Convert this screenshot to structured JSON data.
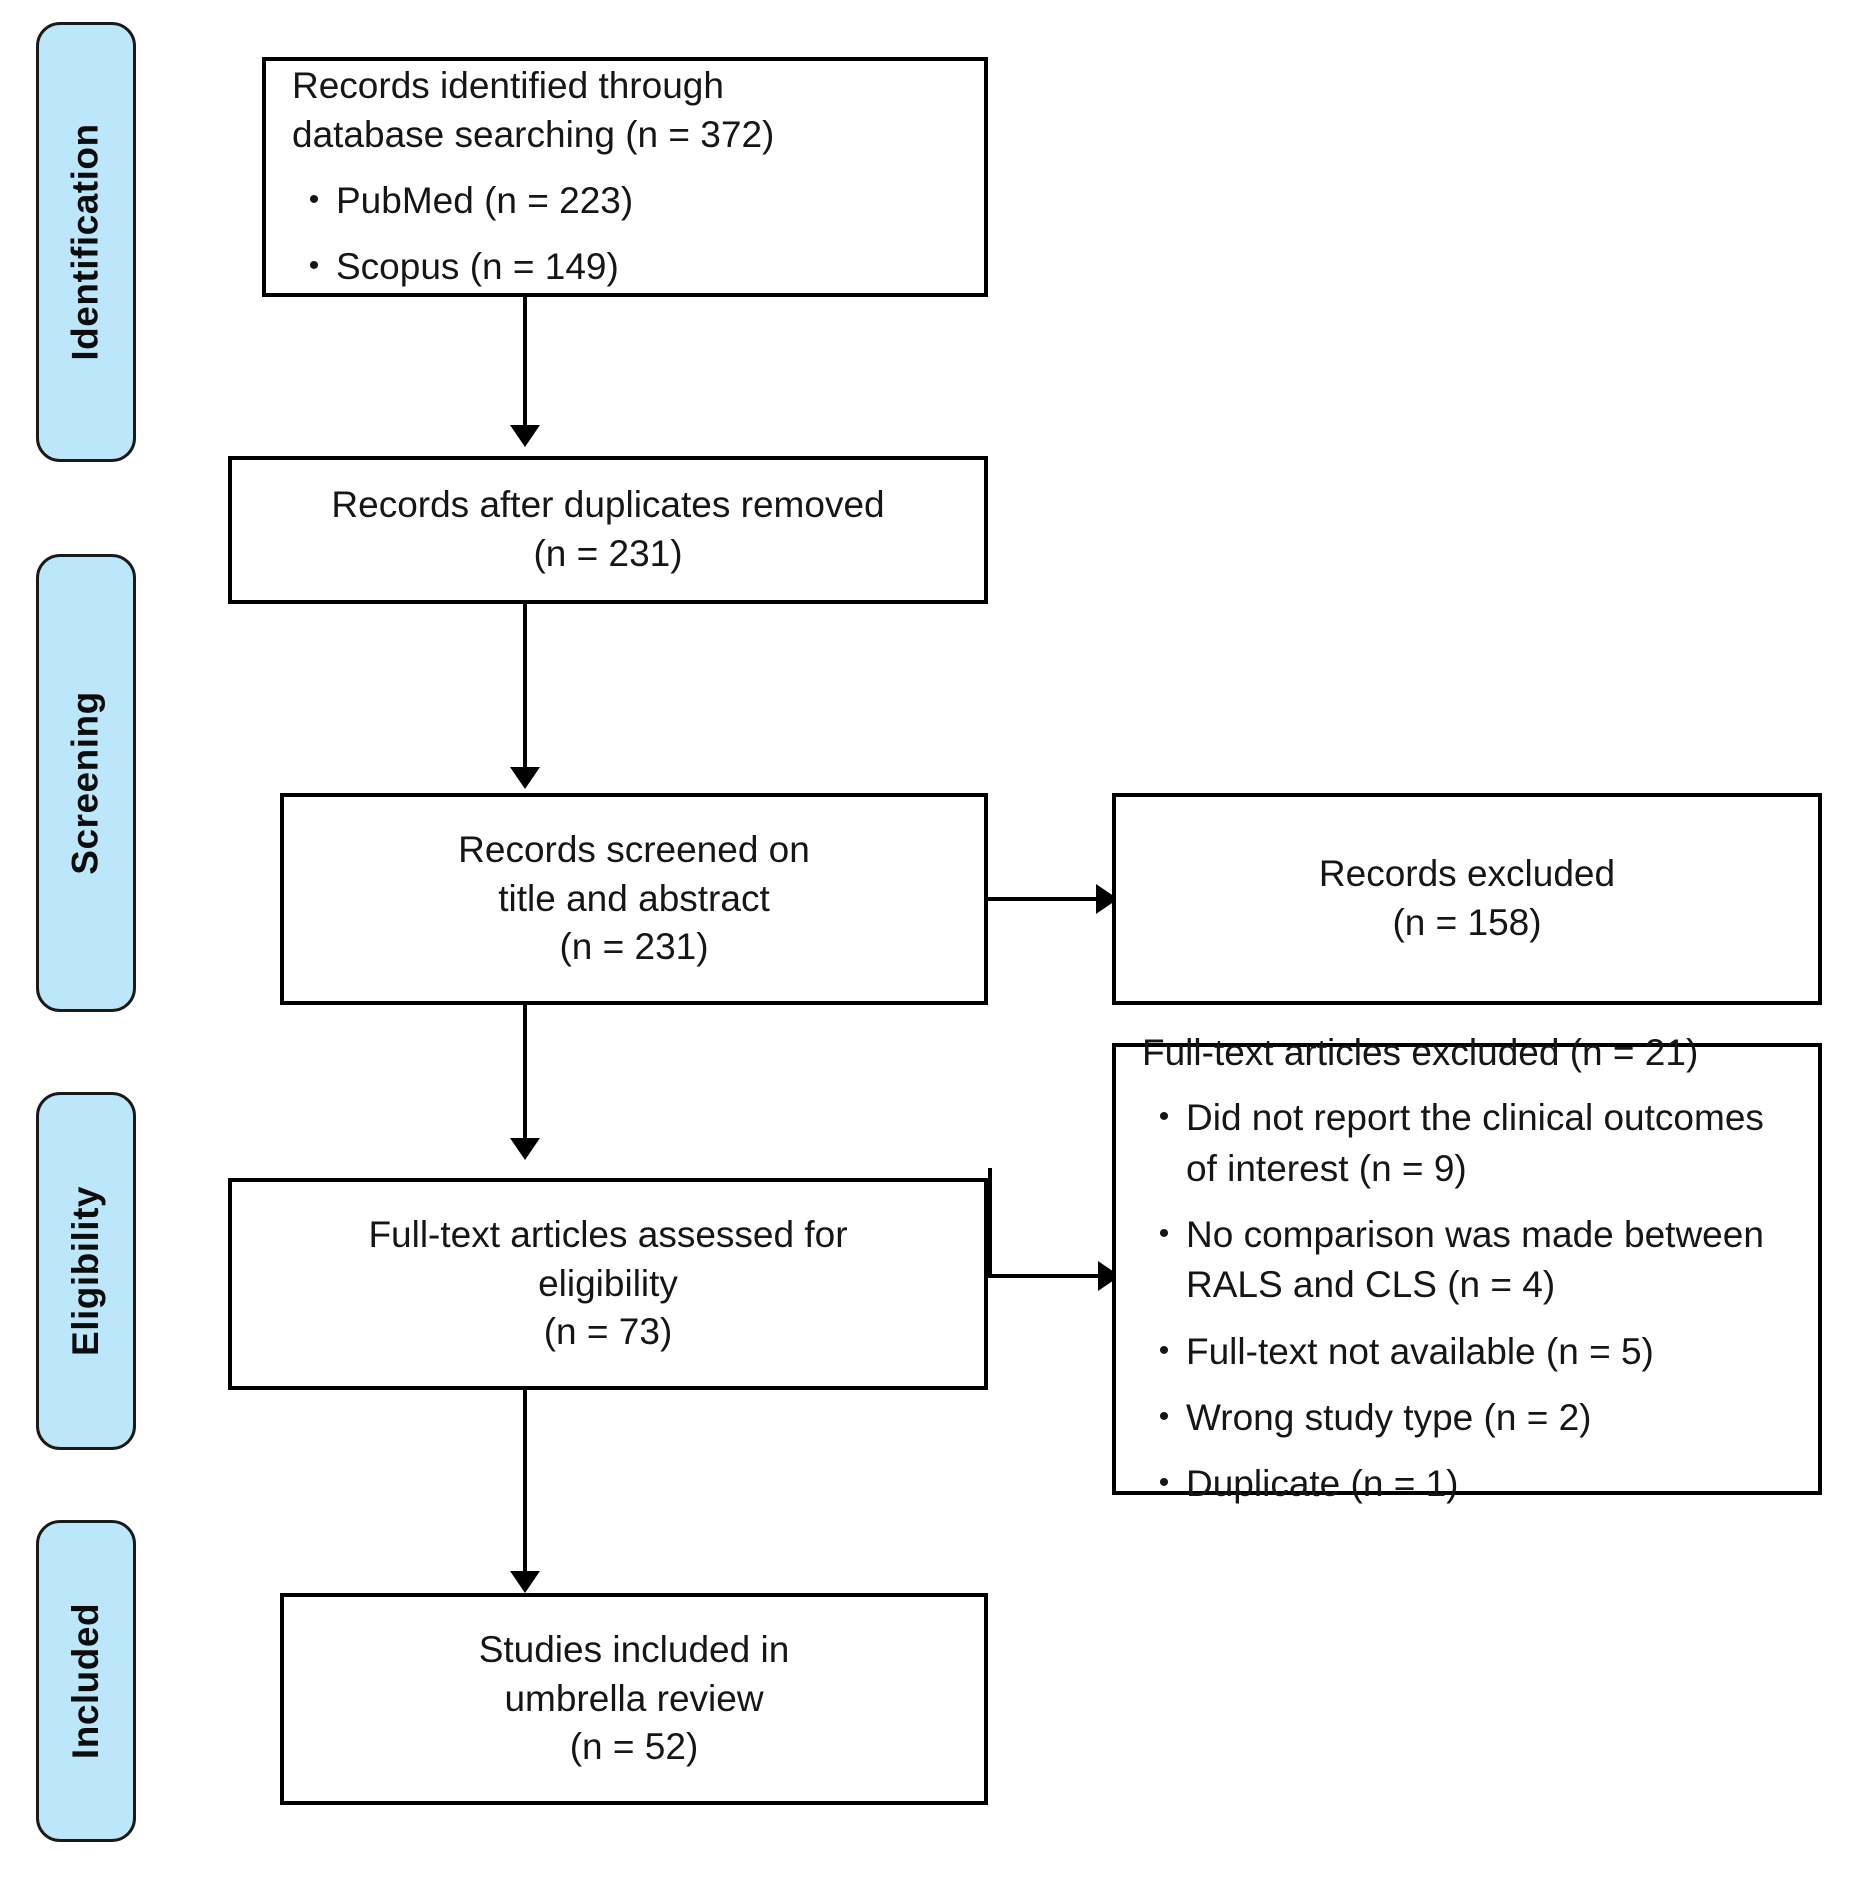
{
  "diagram": {
    "type": "prisma-flow-diagram",
    "stages": [
      {
        "id": "identification",
        "label": "Identification"
      },
      {
        "id": "screening",
        "label": "Screening"
      },
      {
        "id": "eligibility",
        "label": "Eligibility"
      },
      {
        "id": "included",
        "label": "Included"
      }
    ],
    "boxes": {
      "identified": {
        "line1": "Records identified through",
        "line2": "database searching (n = 372)",
        "bullets": [
          "PubMed (n = 223)",
          "Scopus (n = 149)"
        ]
      },
      "after_duplicates": {
        "line1": "Records after duplicates removed",
        "line2": "(n = 231)"
      },
      "screened": {
        "line1": "Records screened on",
        "line2": "title and abstract",
        "line3": "(n = 231)"
      },
      "records_excluded": {
        "line1": "Records excluded",
        "line2": "(n = 158)"
      },
      "fulltext_assessed": {
        "line1": "Full-text articles assessed for",
        "line2": "eligibility",
        "line3": "(n = 73)"
      },
      "fulltext_excluded": {
        "heading": "Full-text articles excluded (n = 21)",
        "bullets": [
          "Did not report the clinical outcomes of interest (n = 9)",
          "No comparison was made between RALS and CLS (n = 4)",
          "Full-text not available (n = 5)",
          "Wrong study type (n = 2)",
          "Duplicate (n = 1)"
        ]
      },
      "included_studies": {
        "line1": "Studies included in",
        "line2": "umbrella review",
        "line3": "(n = 52)"
      }
    },
    "colors": {
      "stage_fill": "#bce6f9",
      "stage_border": "#1a1a1a",
      "box_border": "#000000",
      "box_fill": "#ffffff",
      "text": "#161616",
      "connector": "#000000"
    },
    "counts": {
      "identified_total": 372,
      "pubmed": 223,
      "scopus": 149,
      "after_duplicates": 231,
      "screened": 231,
      "records_excluded": 158,
      "fulltext_assessed": 73,
      "fulltext_excluded_total": 21,
      "excluded_no_outcomes": 9,
      "excluded_no_comparison": 4,
      "excluded_no_fulltext": 5,
      "excluded_wrong_type": 2,
      "excluded_duplicate": 1,
      "included_studies": 52
    }
  }
}
